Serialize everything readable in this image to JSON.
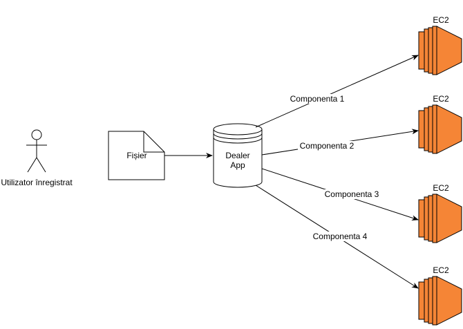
{
  "actor": {
    "label": "Utilizator înregistrat",
    "icon": "stick-figure-icon"
  },
  "document": {
    "label": "Fișier",
    "icon": "document-icon"
  },
  "database": {
    "label_line1": "Dealer",
    "label_line2": "App",
    "icon": "database-cylinder-icon"
  },
  "servers": [
    {
      "label": "EC2",
      "icon": "ec2-instance-icon"
    },
    {
      "label": "EC2",
      "icon": "ec2-instance-icon"
    },
    {
      "label": "EC2",
      "icon": "ec2-instance-icon"
    },
    {
      "label": "EC2",
      "icon": "ec2-instance-icon"
    }
  ],
  "connections": [
    {
      "label": "Componenta 1"
    },
    {
      "label": "Componenta 2"
    },
    {
      "label": "Componenta 3"
    },
    {
      "label": "Componenta 4"
    }
  ],
  "colors": {
    "ec2_fill": "#F58536",
    "ec2_stroke": "#000000",
    "line": "#000000",
    "shape_fill": "#ffffff"
  }
}
